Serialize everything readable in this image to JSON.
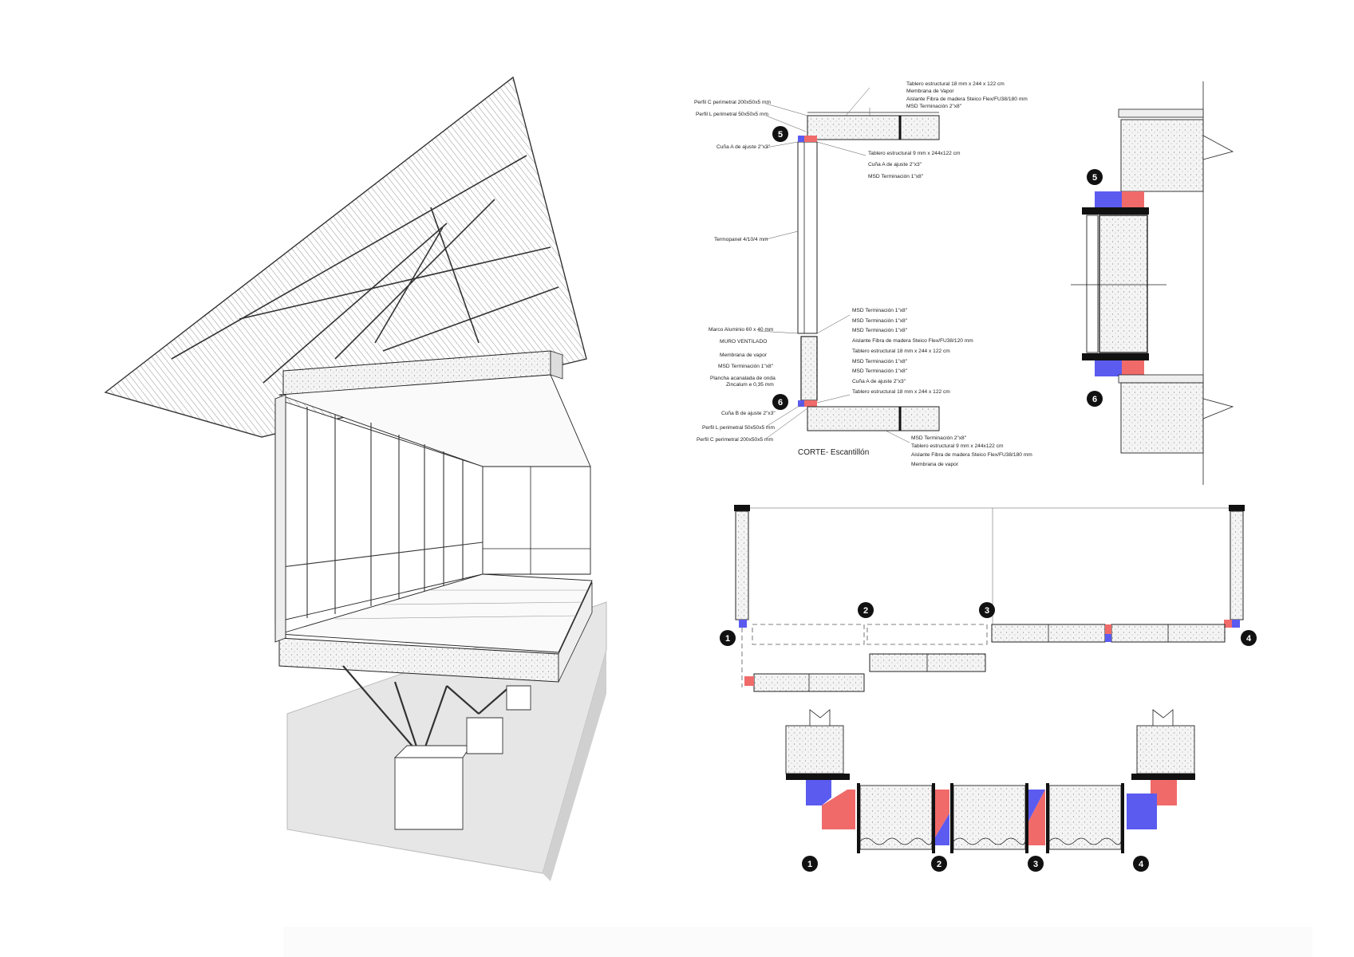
{
  "section": {
    "title": "CORTE- Escantillón",
    "labels_left": [
      "Perfil C perimetral 200x50x5 mm",
      "Perfil L perimetral 50x50x5 mm",
      "Cuña A de ajuste 2\"x3\"",
      "Termopanel 4/10/4 mm",
      "Marco Aluminio 60 x 40 mm",
      "MURO VENTILADO",
      "Membrana de vapor",
      "MSD Terminación 1\"x8\"",
      "Plancha acanalada de onda",
      "Zincalum e 0,35 mm",
      "Cuña B de ajuste 2\"x3\"",
      "Perfil L perimetral 50x50x5 mm",
      "Perfil C perimetral 200x50x5 mm"
    ],
    "labels_top_right": [
      "Tablero estructural 18 mm x 244 x 122 cm",
      "Membrana de Vapor",
      "Aislante Fibra de madera Steico Flex/FU38/180 mm",
      "MSD Terminación 2\"x8\""
    ],
    "labels_mid_right": [
      "Tablero estructural 9 mm x 244x122 cm",
      "Cuña A de ajuste 2\"x3\"",
      "MSD Terminación 1\"x8\""
    ],
    "labels_low_right": [
      "MSD Terminación 1\"x8\"",
      "MSD Terminación 1\"x8\"",
      "MSD Terminación 1\"x8\"",
      "Aislante Fibra de madera Steico Flex/FU38/120 mm",
      "Tablero estructural 18 mm x 244 x 122 cm",
      "MSD Terminación 1\"x8\"",
      "MSD Terminación 1\"x8\"",
      "Cuña A de ajuste 2\"x3\"",
      "Tablero estructural 18 mm x 244 x 122 cm"
    ],
    "labels_bottom_right": [
      "MSD Terminación 2\"x8\"",
      "Tablero estructural 9 mm x 244x122 cm",
      "Aislante Fibra de madera Steico Flex/FU38/180 mm",
      "Membrana de vapor"
    ]
  },
  "markers": [
    "1",
    "2",
    "3",
    "4",
    "5",
    "6"
  ],
  "colors": {
    "red": "#f06a6a",
    "blue": "#5b5bf0",
    "ground": "#e4e4e4",
    "ink": "#222222"
  }
}
